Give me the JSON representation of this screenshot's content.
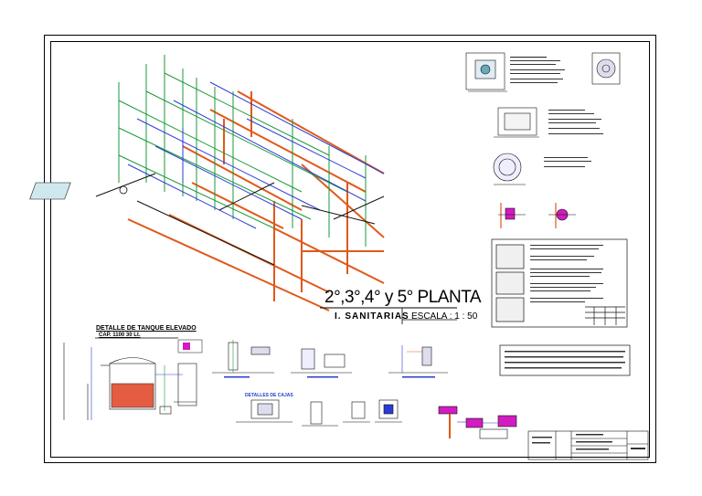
{
  "drawing": {
    "title_floors": "2°,3°,4° y 5° PLANTA",
    "subtitle": "I. SANITARIAS",
    "scale": "ESCALA :  1 : 50",
    "tank_detail_title": "DETALLE DE TANQUE ELEVADO",
    "tank_capacity": "CAP. 1100 30 Lt.",
    "boxes_detail_label": "DETALLES DE CAJAS"
  },
  "colors": {
    "pipe_orange": "#e0591a",
    "pipe_blue": "#2a3bd6",
    "pipe_green": "#1a9a3a",
    "pipe_black": "#111111",
    "accent_magenta": "#d11cc0",
    "accent_teal": "#1aa0a0"
  }
}
